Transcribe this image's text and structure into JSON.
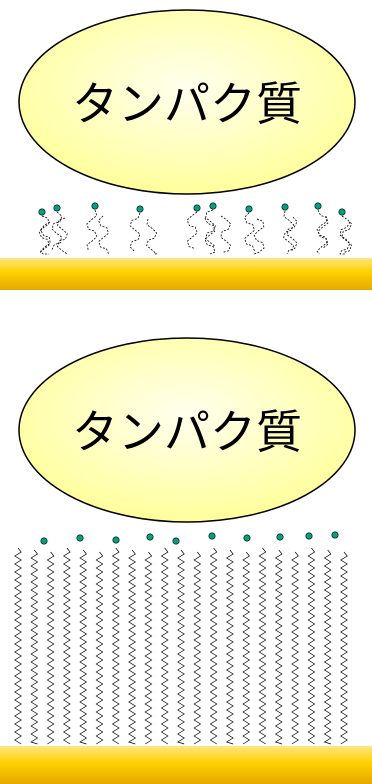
{
  "colors": {
    "protein_fill": "#ffff99",
    "protein_highlight": "#ffffee",
    "protein_stroke": "#000000",
    "substrate_light": "#ffe680",
    "substrate_mid": "#ffd000",
    "substrate_dark": "#e6a800",
    "head_group": "#00a080",
    "chain_stroke": "#000000"
  },
  "panels": [
    {
      "protein": {
        "label": "タンパク質"
      },
      "layer": {
        "type": "disordered-chains",
        "head_group_count": 10
      },
      "substrate": {
        "icon": "gold-substrate-bar"
      }
    },
    {
      "protein": {
        "label": "タンパク質"
      },
      "layer": {
        "type": "ordered-chains",
        "head_group_count": 10
      },
      "substrate": {
        "icon": "gold-substrate-bar"
      }
    }
  ]
}
